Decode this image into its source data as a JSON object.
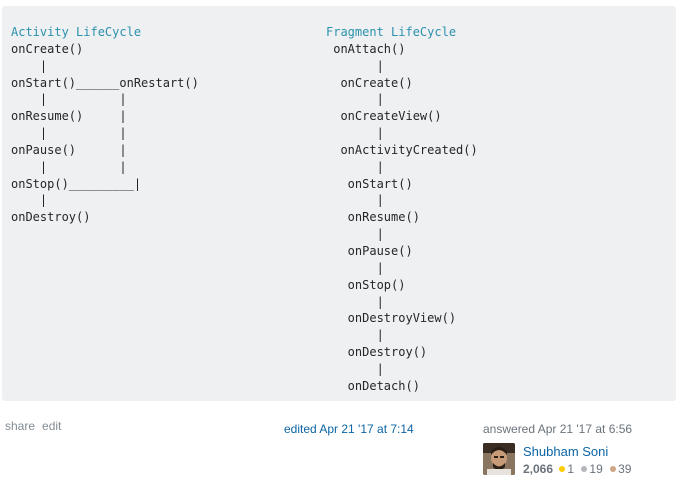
{
  "code": {
    "left_title": "Activity LifeCycle",
    "left_body": "onCreate()\n    |\nonStart()______onRestart()\n    |          |\nonResume()     |\n    |          |\nonPause()      |\n    |          |\nonStop()_________|\n    |\nonDestroy()",
    "right_title": "Fragment LifeCycle",
    "right_body": " onAttach()\n       |\n  onCreate()\n       |\n  onCreateView()\n       |\n  onActivityCreated()\n       |\n   onStart()\n       |\n   onResume()\n       |\n   onPause()\n       |\n   onStop()\n       |\n   onDestroyView()\n       |\n   onDestroy()\n       |\n   onDetach()"
  },
  "menu": {
    "share": "share",
    "edit": "edit"
  },
  "edited": "edited Apr 21 '17 at 7:14",
  "answer": {
    "label": "answered Apr 21 '17 at 6:56",
    "user_name": "Shubham Soni",
    "reputation": "2,066",
    "gold": "1",
    "silver": "19",
    "bronze": "39"
  },
  "badge_colors": {
    "gold": "#ffcc01",
    "silver": "#b4b8bc",
    "bronze": "#d1a684"
  }
}
